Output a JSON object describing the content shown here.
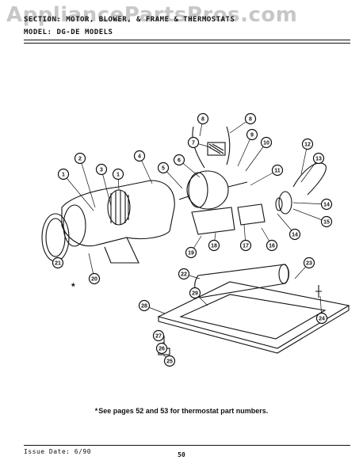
{
  "watermark": "AppliancePartsPros.com",
  "header": {
    "section_line": "SECTION: MOTOR, BLOWER, & FRAME & THERMOSTATS",
    "model_label": "MODEL:",
    "model_value": "DG-DE MODELS"
  },
  "callouts": [
    "1",
    "2",
    "3",
    "1",
    "4",
    "5",
    "6",
    "7",
    "8",
    "8",
    "9",
    "10",
    "11",
    "12",
    "13",
    "14",
    "15",
    "14",
    "16",
    "17",
    "18",
    "19",
    "20",
    "21",
    "22",
    "23",
    "24",
    "25",
    "26",
    "27",
    "28",
    "29"
  ],
  "asterisk": "*",
  "footnote": {
    "marker": "*",
    "text": "See pages 52 and 53 for thermostat part numbers."
  },
  "footer": {
    "issue_date": "Issue Date: 6/90",
    "page_number": "50"
  }
}
